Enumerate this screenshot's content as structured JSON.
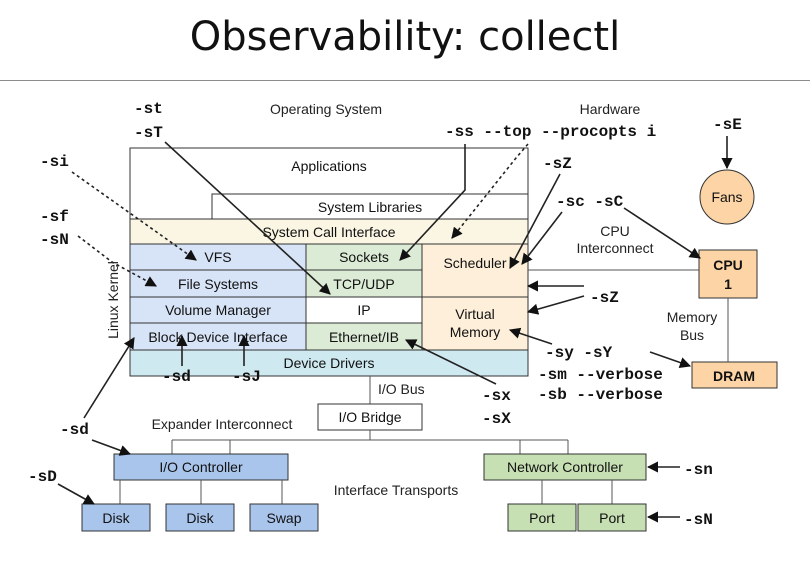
{
  "title": "Observability: collectl",
  "headers": {
    "os": "Operating System",
    "hw": "Hardware",
    "linux_kernel": "Linux Kernel"
  },
  "layers": {
    "applications": "Applications",
    "system_libraries": "System Libraries",
    "system_call_interface": "System Call Interface",
    "vfs": "VFS",
    "file_systems": "File Systems",
    "volume_manager": "Volume Manager",
    "block_device_interface": "Block Device Interface",
    "sockets": "Sockets",
    "tcp_udp": "TCP/UDP",
    "ip": "IP",
    "ethernet_ib": "Ethernet/IB",
    "scheduler": "Scheduler",
    "virtual_memory": [
      "Virtual",
      "Memory"
    ],
    "device_drivers": "Device Drivers"
  },
  "hardware": {
    "fans": "Fans",
    "cpu": [
      "CPU",
      "1"
    ],
    "dram": "DRAM",
    "cpu_interconnect": [
      "CPU",
      "Interconnect"
    ],
    "memory_bus": [
      "Memory",
      "Bus"
    ],
    "io_bus": "I/O Bus",
    "io_bridge": "I/O Bridge",
    "expander_interconnect": "Expander Interconnect",
    "io_controller": "I/O Controller",
    "disk1": "Disk",
    "disk2": "Disk",
    "swap": "Swap",
    "network_controller": "Network Controller",
    "port1": "Port",
    "port2": "Port",
    "interface_transports": "Interface Transports"
  },
  "options": {
    "st": "-st",
    "sT": "-sT",
    "ss_top": "-ss --top --procopts i",
    "sE": "-sE",
    "si": "-si",
    "sZ_top": "-sZ",
    "sf": "-sf",
    "sN_left": "-sN",
    "sc_sC": "-sc -sC",
    "sZ_mid": "-sZ",
    "sy_sY": "-sy -sY",
    "sm": "-sm --verbose",
    "sb": "-sb --verbose",
    "sd_mid": "-sd",
    "sJ": "-sJ",
    "sx": "-sx",
    "sX": "-sX",
    "sd_left": "-sd",
    "sD": "-sD",
    "sn": "-sn",
    "sN_right": "-sN"
  },
  "colors": {
    "fs_blue": "#d7e4f7",
    "io_blue": "#a9c5ec",
    "net_green": "#dcebd6",
    "port_green": "#c6e0b4",
    "sched_orange": "#fdefd9",
    "syscall_cream": "#fbf5e4",
    "driver_cyan": "#cfe9f1",
    "hw_orange": "#fcd4a6"
  }
}
